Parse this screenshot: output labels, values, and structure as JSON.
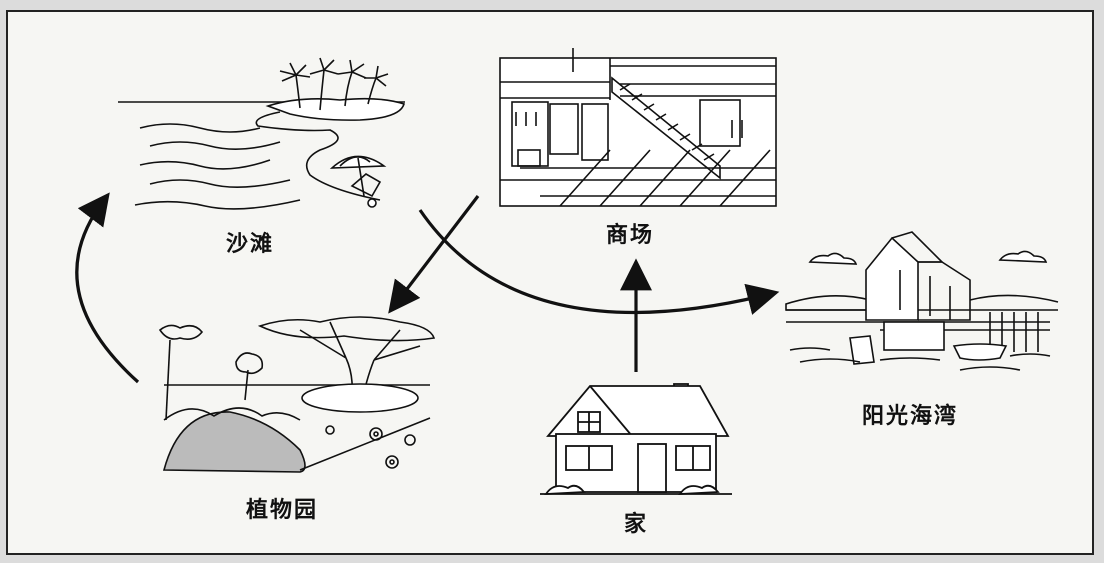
{
  "diagram": {
    "places": {
      "beach": "沙滩",
      "mall": "商场",
      "garden": "植物园",
      "bay": "阳光海湾",
      "home": "家"
    },
    "routes": [
      {
        "from": "家",
        "to": "商场"
      },
      {
        "from": "商场",
        "to": "植物园"
      },
      {
        "from": "植物园",
        "to": "沙滩"
      },
      {
        "from": "沙滩",
        "to": "阳光海湾"
      }
    ],
    "colors": {
      "ink": "#111111",
      "paper": "#f6f6f3",
      "background": "#dcdcdc"
    }
  }
}
